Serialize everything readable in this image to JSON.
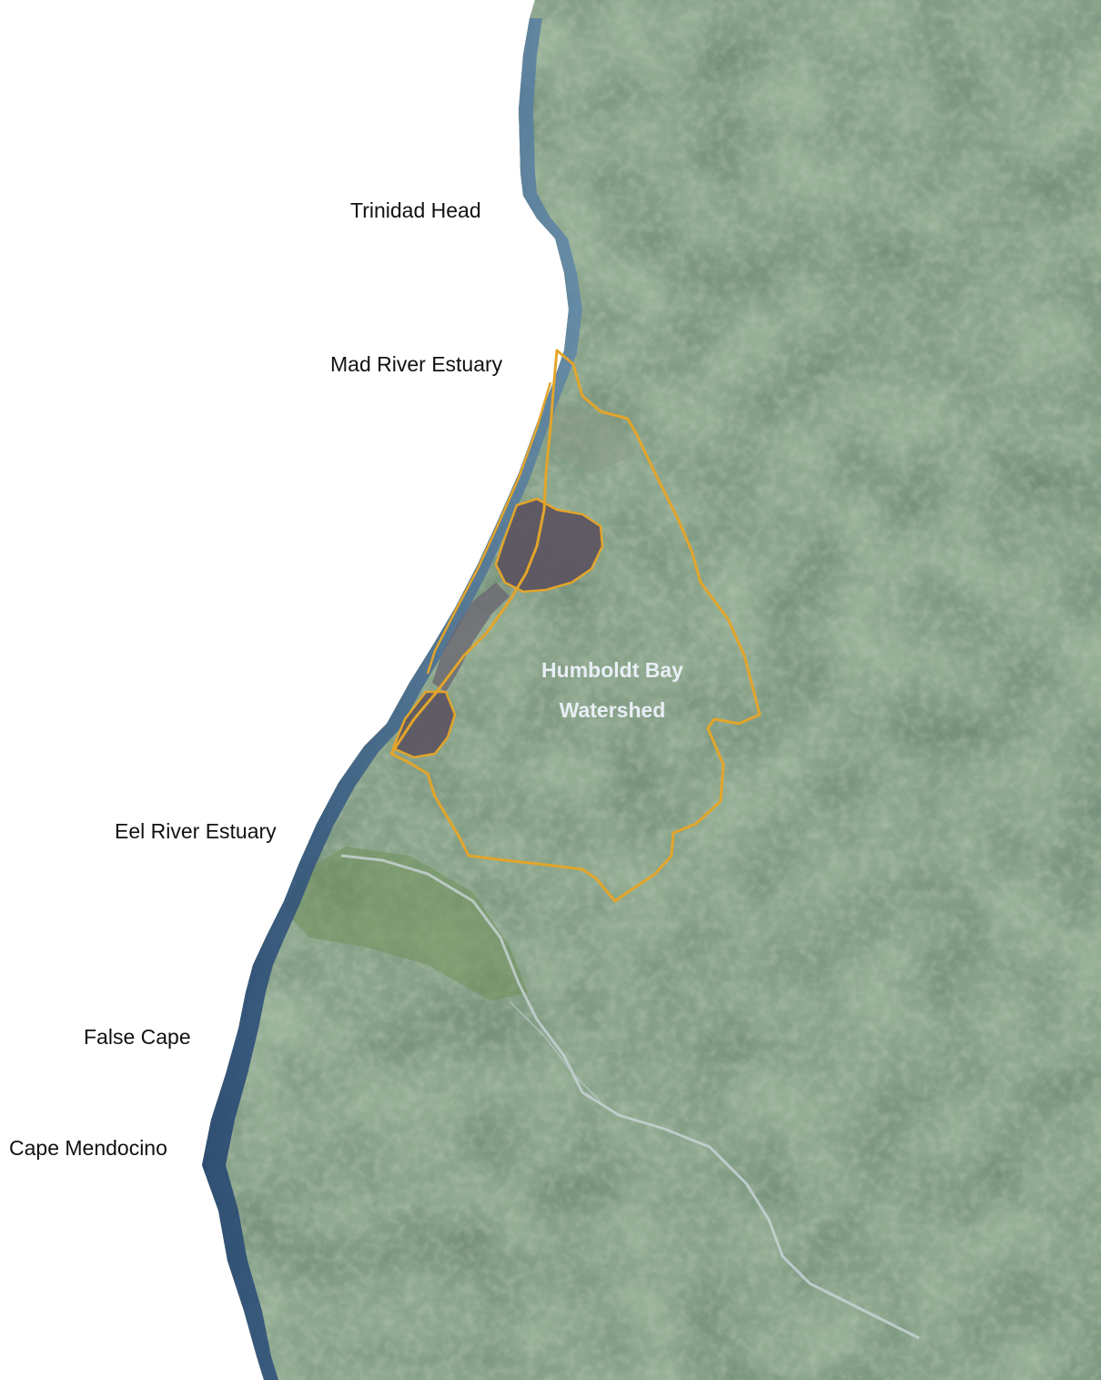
{
  "labels": {
    "trinidad_head": "Trinidad Head",
    "mad_river_estuary": "Mad River Estuary",
    "eel_river_estuary": "Eel River Estuary",
    "false_cape": "False Cape",
    "cape_mendocino": "Cape Mendocino"
  },
  "region": {
    "line1": "Humboldt Bay",
    "line2": "Watershed"
  },
  "colors": {
    "ocean": "#ffffff",
    "land_base": "#3f5e46",
    "land_light": "#5f7d55",
    "land_dark": "#2c4636",
    "surf": "#3b5f8a",
    "bay": "#5b5360",
    "boundary": "#e3a52a",
    "river": "#c9d6d8"
  }
}
